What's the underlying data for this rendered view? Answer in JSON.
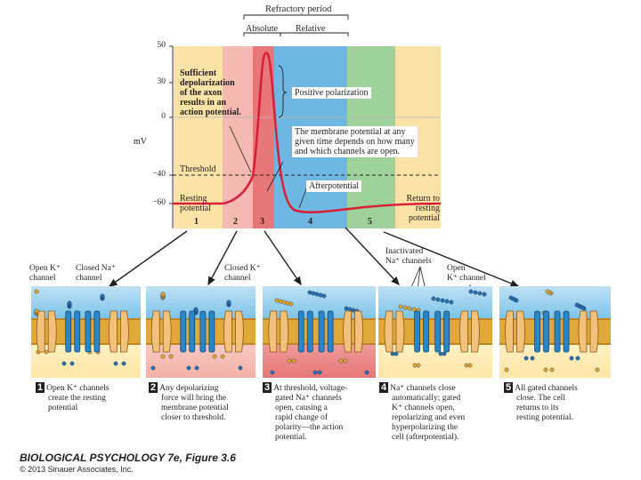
{
  "header": {
    "refractory_period": "Refractory period",
    "absolute": "Absolute",
    "relative": "Relative"
  },
  "axis": {
    "ylabel": "mV",
    "ticks": [
      "50",
      "30",
      "0",
      "−40",
      "−60"
    ],
    "threshold": "Threshold"
  },
  "annotations": {
    "sufficient": [
      "Sufficient",
      "depolarization",
      "of the axon",
      "results in an",
      "action potential."
    ],
    "positive_polarization": "Positive polarization",
    "membrane_potential": [
      "The membrane potential at any",
      "given time depends on how many",
      "and which channels are open."
    ],
    "afterpotential": "Afterpotential",
    "resting_potential": [
      "Resting",
      "potential"
    ],
    "return_to_resting": [
      "Return to",
      "resting",
      "potential"
    ]
  },
  "zones": [
    "1",
    "2",
    "3",
    "4",
    "5"
  ],
  "callouts": {
    "open_k": [
      "Open K⁺",
      "channel"
    ],
    "closed_na": [
      "Closed Na⁺",
      "channel"
    ],
    "closed_k": [
      "Closed K⁺",
      "channel"
    ],
    "inactivated_na": [
      "Inactivated",
      "Na⁺ channels"
    ],
    "open_k2": [
      "Open",
      "K⁺ channel"
    ]
  },
  "captions": [
    {
      "num": "1",
      "lines": [
        "Open K⁺ channels",
        "create the resting",
        "potential"
      ]
    },
    {
      "num": "2",
      "lines": [
        "Any depolarizing",
        "force will bring the",
        "membrane potential",
        "closer to threshold."
      ]
    },
    {
      "num": "3",
      "lines": [
        "At threshold, voltage-",
        "gated Na⁺ channels",
        "open, causing a",
        "rapid change of",
        "polarity—the action",
        "potential."
      ]
    },
    {
      "num": "4",
      "lines": [
        "Na⁺ channels close",
        "automatically; gated",
        "K⁺ channels open,",
        "repolarizing and even",
        "hyperpolarizing the",
        "cell (afterpotential)."
      ]
    },
    {
      "num": "5",
      "lines": [
        "All gated channels",
        "close. The cell",
        "returns to its",
        "resting potential."
      ]
    }
  ],
  "credit": {
    "title": "BIOLOGICAL PSYCHOLOGY 7e, Figure 3.6",
    "copyright": "© 2013 Sinauer Associates, Inc."
  },
  "colors": {
    "zone1": "#fbe2a6",
    "zone2": "#f4b9b1",
    "zone3": "#e8777a",
    "zone4": "#6fb7e3",
    "zone5": "#9fd19a",
    "zone6": "#fbe2a6",
    "trace": "#d8203a",
    "membrane": "#e1a83a"
  }
}
